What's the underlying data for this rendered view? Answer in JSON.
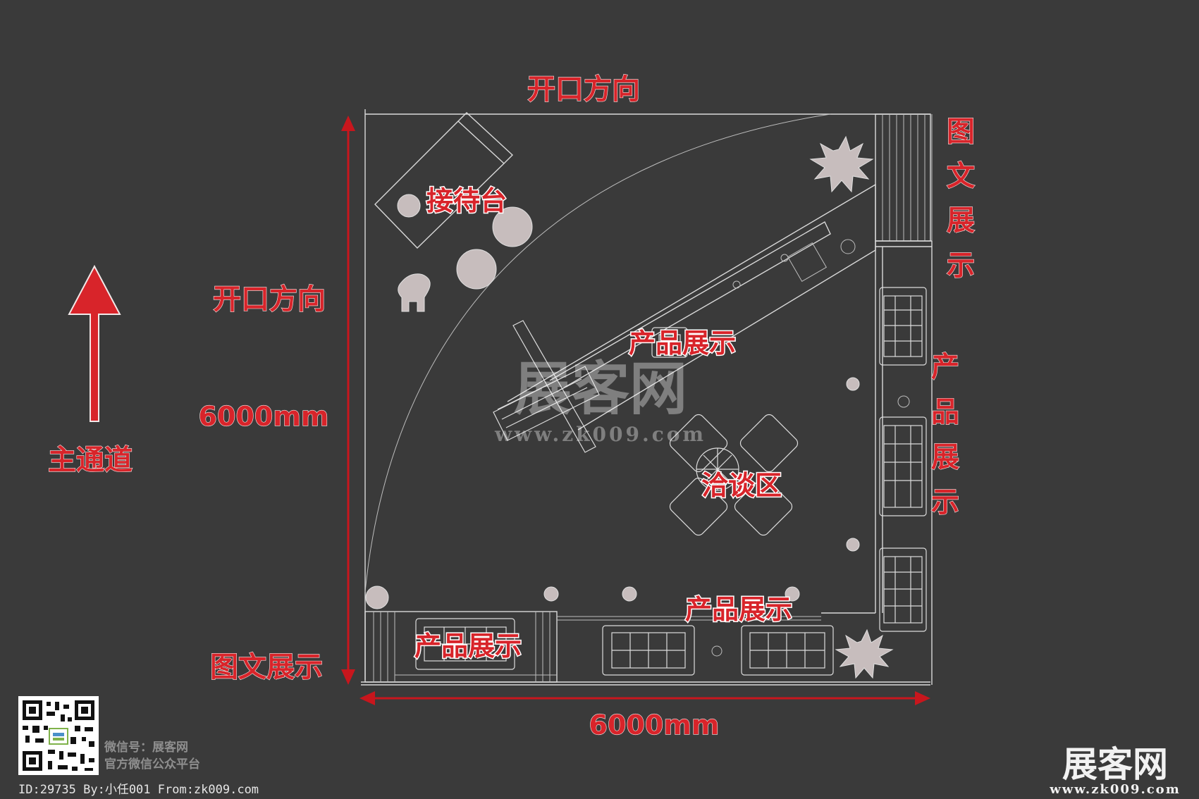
{
  "plan": {
    "top_opening": "开口方向",
    "left_opening": "开口方向",
    "main_aisle": "主通道",
    "height_dim": "6000mm",
    "width_dim": "6000mm",
    "right_graphic": [
      "图",
      "文",
      "展",
      "示"
    ],
    "right_product": [
      "产",
      "品",
      "展",
      "示"
    ],
    "bottom_left_graphic": "图文展示",
    "reception": "接待台",
    "center_product": "产品展示",
    "negotiation": "洽谈区",
    "bottom_product_right": "产品展示",
    "bottom_product_left": "产品展示"
  },
  "watermark": {
    "main": "展客网",
    "url": "www.zk009.com"
  },
  "qr": {
    "line1": "微信号：展客网",
    "line2": "官方微信公众平台"
  },
  "footer": {
    "credit": "ID:29735 By:小任001 From:zk009.com",
    "logo_main": "展客网",
    "logo_url": "www.zk009.com"
  },
  "colors": {
    "background": "#3a3a3a",
    "label_red": "#d8242a",
    "linework": "#d9d9d9"
  }
}
